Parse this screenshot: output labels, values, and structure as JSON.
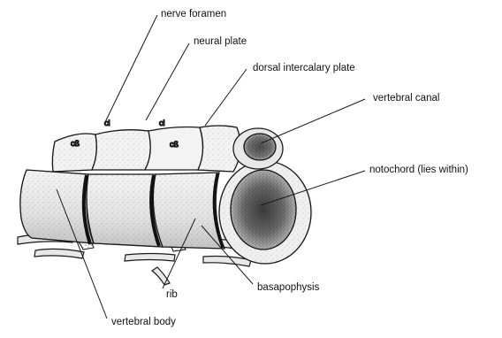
{
  "labels": {
    "nerve_foramen": "nerve foramen",
    "neural_plate": "neural plate",
    "dorsal_intercalary_plate": "dorsal intercalary plate",
    "vertebral_canal": "vertebral canal",
    "notochord": "notochord (lies within)",
    "rib": "rib",
    "basapophysis": "basapophysis",
    "vertebral_body": "vertebral body"
  },
  "colors": {
    "ink": "#1a1a1a",
    "shade": "#8a8a8a",
    "dark": "#2a2a2a",
    "paper": "#ffffff"
  }
}
